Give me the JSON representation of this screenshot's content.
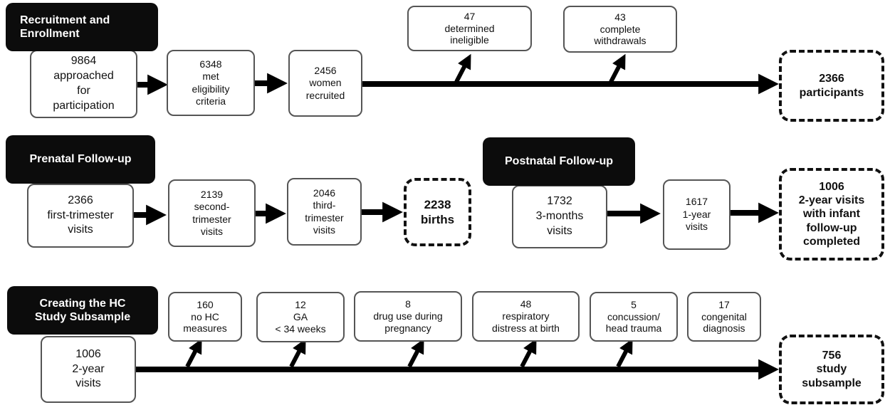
{
  "sections": {
    "recruitment": {
      "title": "Recruitment and\nEnrollment",
      "approached": {
        "count": "9864",
        "label": "approached\nfor\nparticipation"
      },
      "eligible": {
        "count": "6348",
        "label": "met\neligibility\ncriteria"
      },
      "recruited": {
        "count": "2456",
        "label": "women\nrecruited"
      },
      "ineligible": {
        "count": "47",
        "label": "determined\nineligible"
      },
      "withdrawals": {
        "count": "43",
        "label": "complete\nwithdrawals"
      },
      "participants": {
        "count": "2366",
        "label": "participants"
      }
    },
    "prenatal": {
      "title": "Prenatal Follow-up",
      "first_trimester": {
        "count": "2366",
        "label": "first-trimester\nvisits"
      },
      "second_trimester": {
        "count": "2139",
        "label": "second-\ntrimester\nvisits"
      },
      "third_trimester": {
        "count": "2046",
        "label": "third-\ntrimester\nvisits"
      },
      "births": {
        "count": "2238",
        "label": "births"
      }
    },
    "postnatal": {
      "title": "Postnatal Follow-up",
      "three_month": {
        "count": "1732",
        "label": "3-months\nvisits"
      },
      "one_year": {
        "count": "1617",
        "label": "1-year\nvisits"
      },
      "two_year": {
        "count": "1006",
        "label": "2-year visits\nwith infant\nfollow-up\ncompleted"
      }
    },
    "subsample": {
      "title": "Creating the HC\nStudy Subsample",
      "start": {
        "count": "1006",
        "label": "2-year\nvisits"
      },
      "exclusions": [
        {
          "count": "160",
          "label": "no HC\nmeasures"
        },
        {
          "count": "12",
          "label": "GA\n< 34 weeks"
        },
        {
          "count": "8",
          "label": "drug use during\npregnancy"
        },
        {
          "count": "48",
          "label": "respiratory\ndistress at birth"
        },
        {
          "count": "5",
          "label": "concussion/\nhead trauma"
        },
        {
          "count": "17",
          "label": "congenital\ndiagnosis"
        }
      ],
      "final": {
        "count": "756",
        "label": "study\nsubsample"
      }
    }
  }
}
